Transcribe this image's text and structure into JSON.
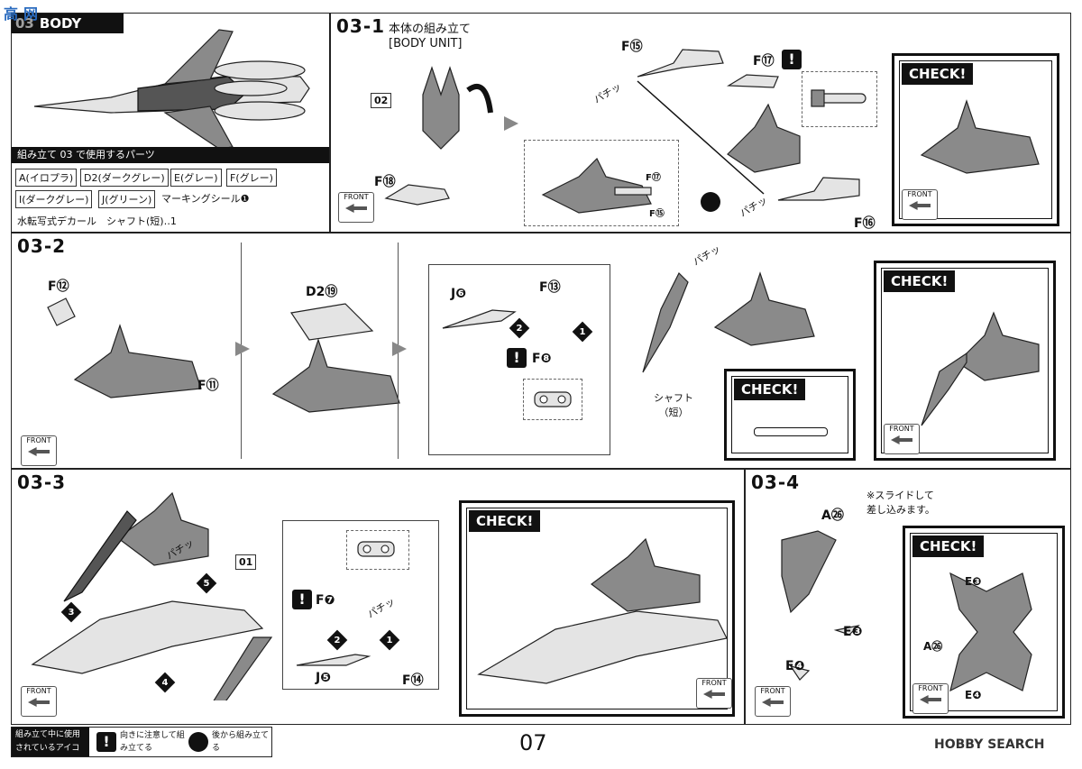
{
  "section": {
    "number": "03",
    "title": "BODY"
  },
  "parts_list": {
    "header": "組み立て 03 で使用するパーツ",
    "row1": [
      "A(イロプラ)",
      "D2(ダークグレー)",
      "E(グレー)",
      "F(グレー)"
    ],
    "row2": [
      "I(ダークグレー)",
      "J(グリーン)"
    ],
    "marking": "マーキングシール❶",
    "decal": "水転写式デカール　シャフト(短)‥1"
  },
  "steps": {
    "s1": {
      "label": "03-1",
      "title_jp": "本体の組み立て",
      "title_en": "[BODY UNIT]",
      "parts": {
        "p02": "02",
        "f18": "F⑱",
        "f15": "F⑮",
        "f17": "F⑰",
        "f16": "F⑯",
        "f17s": "F⑰",
        "f15s": "F⑮"
      },
      "snap": "パチッ"
    },
    "s2": {
      "label": "03-2",
      "parts": {
        "f12": "F⑫",
        "f11": "F⑪",
        "d2": "D2⑲",
        "j6": "J❻",
        "f13": "F⑬",
        "f8": "F❽"
      },
      "shaft": "シャフト\n（短）",
      "snap": "パチッ"
    },
    "s3": {
      "label": "03-3",
      "parts": {
        "p01": "01",
        "f7": "F❼",
        "j5": "J❺",
        "f14": "F⑭"
      },
      "snap": "パチッ"
    },
    "s4": {
      "label": "03-4",
      "note": "※スライドして\n差し込みます。",
      "parts": {
        "a26": "A㉖",
        "e3": "E❸",
        "e4": "E❹",
        "ce3": "E❸",
        "ca26": "A㉖",
        "ce4": "E❹"
      }
    }
  },
  "check_label": "CHECK!",
  "front_label": "FRONT",
  "footer": {
    "icons_label": "組み立て中に使用されているアイコン",
    "icon1_mark": "!",
    "icon1_text": "向きに注意して組み立てる",
    "icon2_text": "後から組み立てる",
    "page_number": "07",
    "watermark": "HOBBY SEARCH",
    "corner_logo": "高",
    "corner_logo2": "网"
  }
}
